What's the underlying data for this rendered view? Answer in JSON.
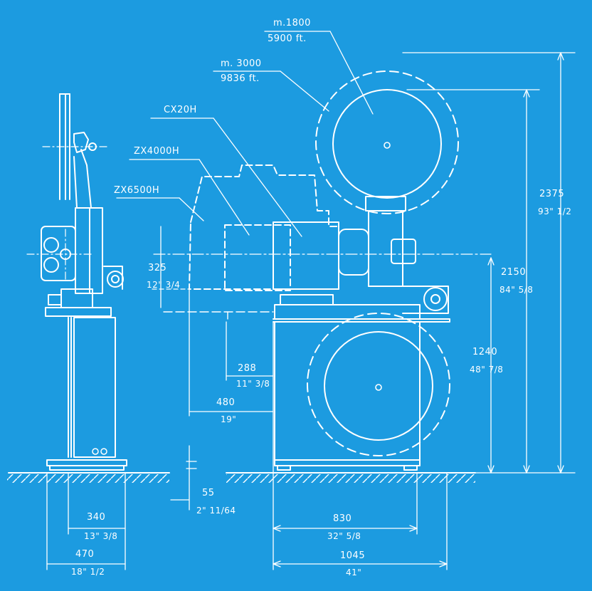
{
  "colors": {
    "background": "#1c9be0",
    "ink": "#ffffff"
  },
  "labels": {
    "reel_1800_m": "m.1800",
    "reel_1800_ft": "5900 ft.",
    "reel_3000_m": "m. 3000",
    "reel_3000_ft": "9836 ft.",
    "cx20h": "CX20H",
    "zx4000h": "ZX4000H",
    "zx6500h": "ZX6500H"
  },
  "dimensions": {
    "d325": "325",
    "d325_in": "12\" 3/4",
    "d288": "288",
    "d288_in": "11\" 3/8",
    "d480": "480",
    "d480_in": "19\"",
    "d55": "55",
    "d55_in": "2\" 11/64",
    "d340": "340",
    "d340_in": "13\" 3/8",
    "d470": "470",
    "d470_in": "18\" 1/2",
    "d830": "830",
    "d830_in": "32\" 5/8",
    "d1045": "1045",
    "d1045_in": "41\"",
    "d1240": "1240",
    "d1240_in": "48\" 7/8",
    "d2150": "2150",
    "d2150_in": "84\" 5/8",
    "d2375": "2375",
    "d2375_in": "93\" 1/2"
  }
}
